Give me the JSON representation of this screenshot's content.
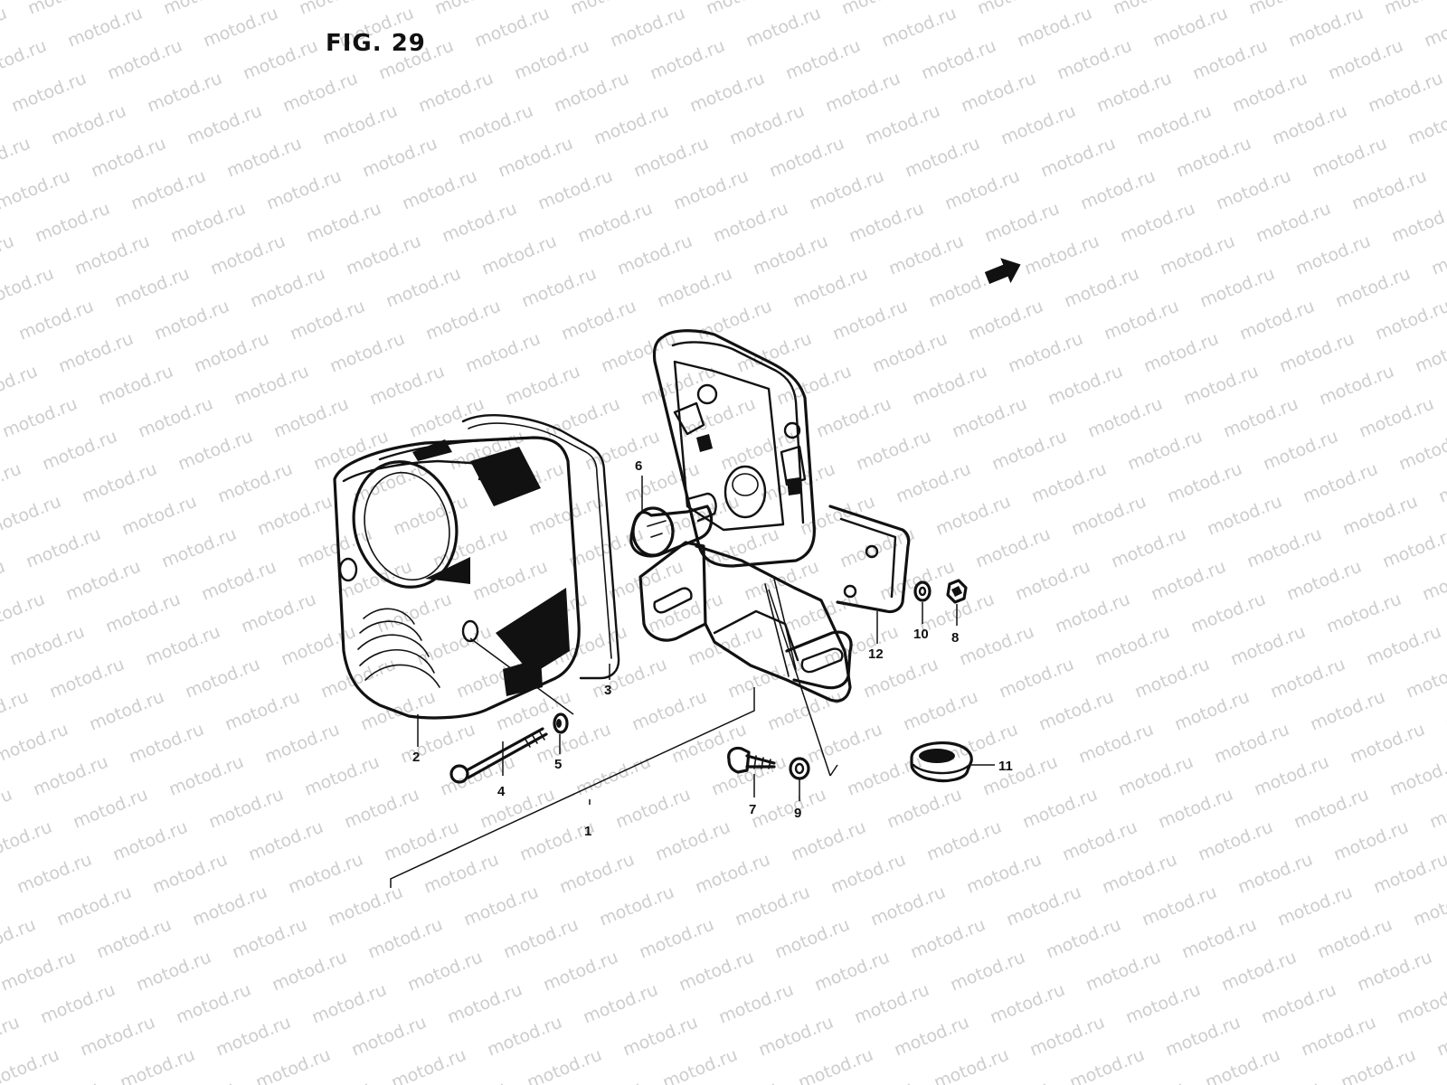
{
  "figure": {
    "title": "FIG. 29"
  },
  "watermark": {
    "text": "motod.ru"
  },
  "callouts": [
    {
      "id": "1",
      "label": "1"
    },
    {
      "id": "2",
      "label": "2"
    },
    {
      "id": "3",
      "label": "3"
    },
    {
      "id": "4",
      "label": "4"
    },
    {
      "id": "5",
      "label": "5"
    },
    {
      "id": "6",
      "label": "6"
    },
    {
      "id": "7",
      "label": "7"
    },
    {
      "id": "8",
      "label": "8"
    },
    {
      "id": "9",
      "label": "9"
    },
    {
      "id": "10",
      "label": "10"
    },
    {
      "id": "11",
      "label": "11"
    },
    {
      "id": "12",
      "label": "12"
    }
  ],
  "icons": {
    "direction": "forward-arrow-icon"
  },
  "colors": {
    "ink": "#111111",
    "watermark": "#bdbdbd",
    "background": "#ffffff"
  }
}
